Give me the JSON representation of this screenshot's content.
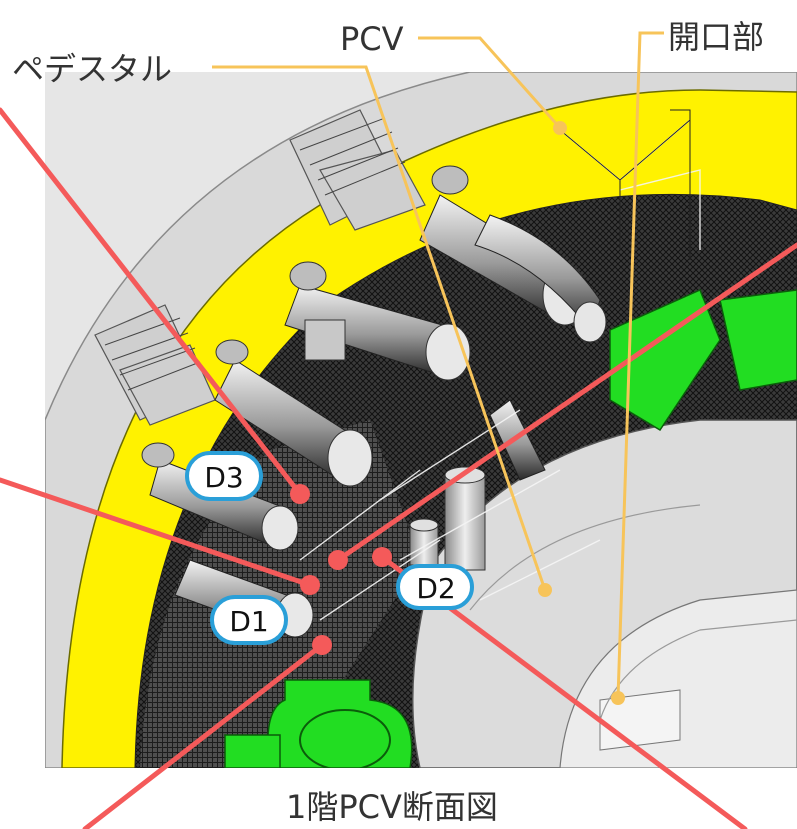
{
  "labels": {
    "pcv": "PCV",
    "pedestal": "ペデスタル",
    "opening": "開口部",
    "caption": "1階PCV断面図"
  },
  "markers": {
    "d1": "D1",
    "d2": "D2",
    "d3": "D3"
  },
  "colors": {
    "pcv_wall": "#fff200",
    "equipment_green": "#22dd22",
    "laser_line": "#f45a5a",
    "leader_line": "#f7c45a",
    "badge_border": "#2a9fd8"
  }
}
